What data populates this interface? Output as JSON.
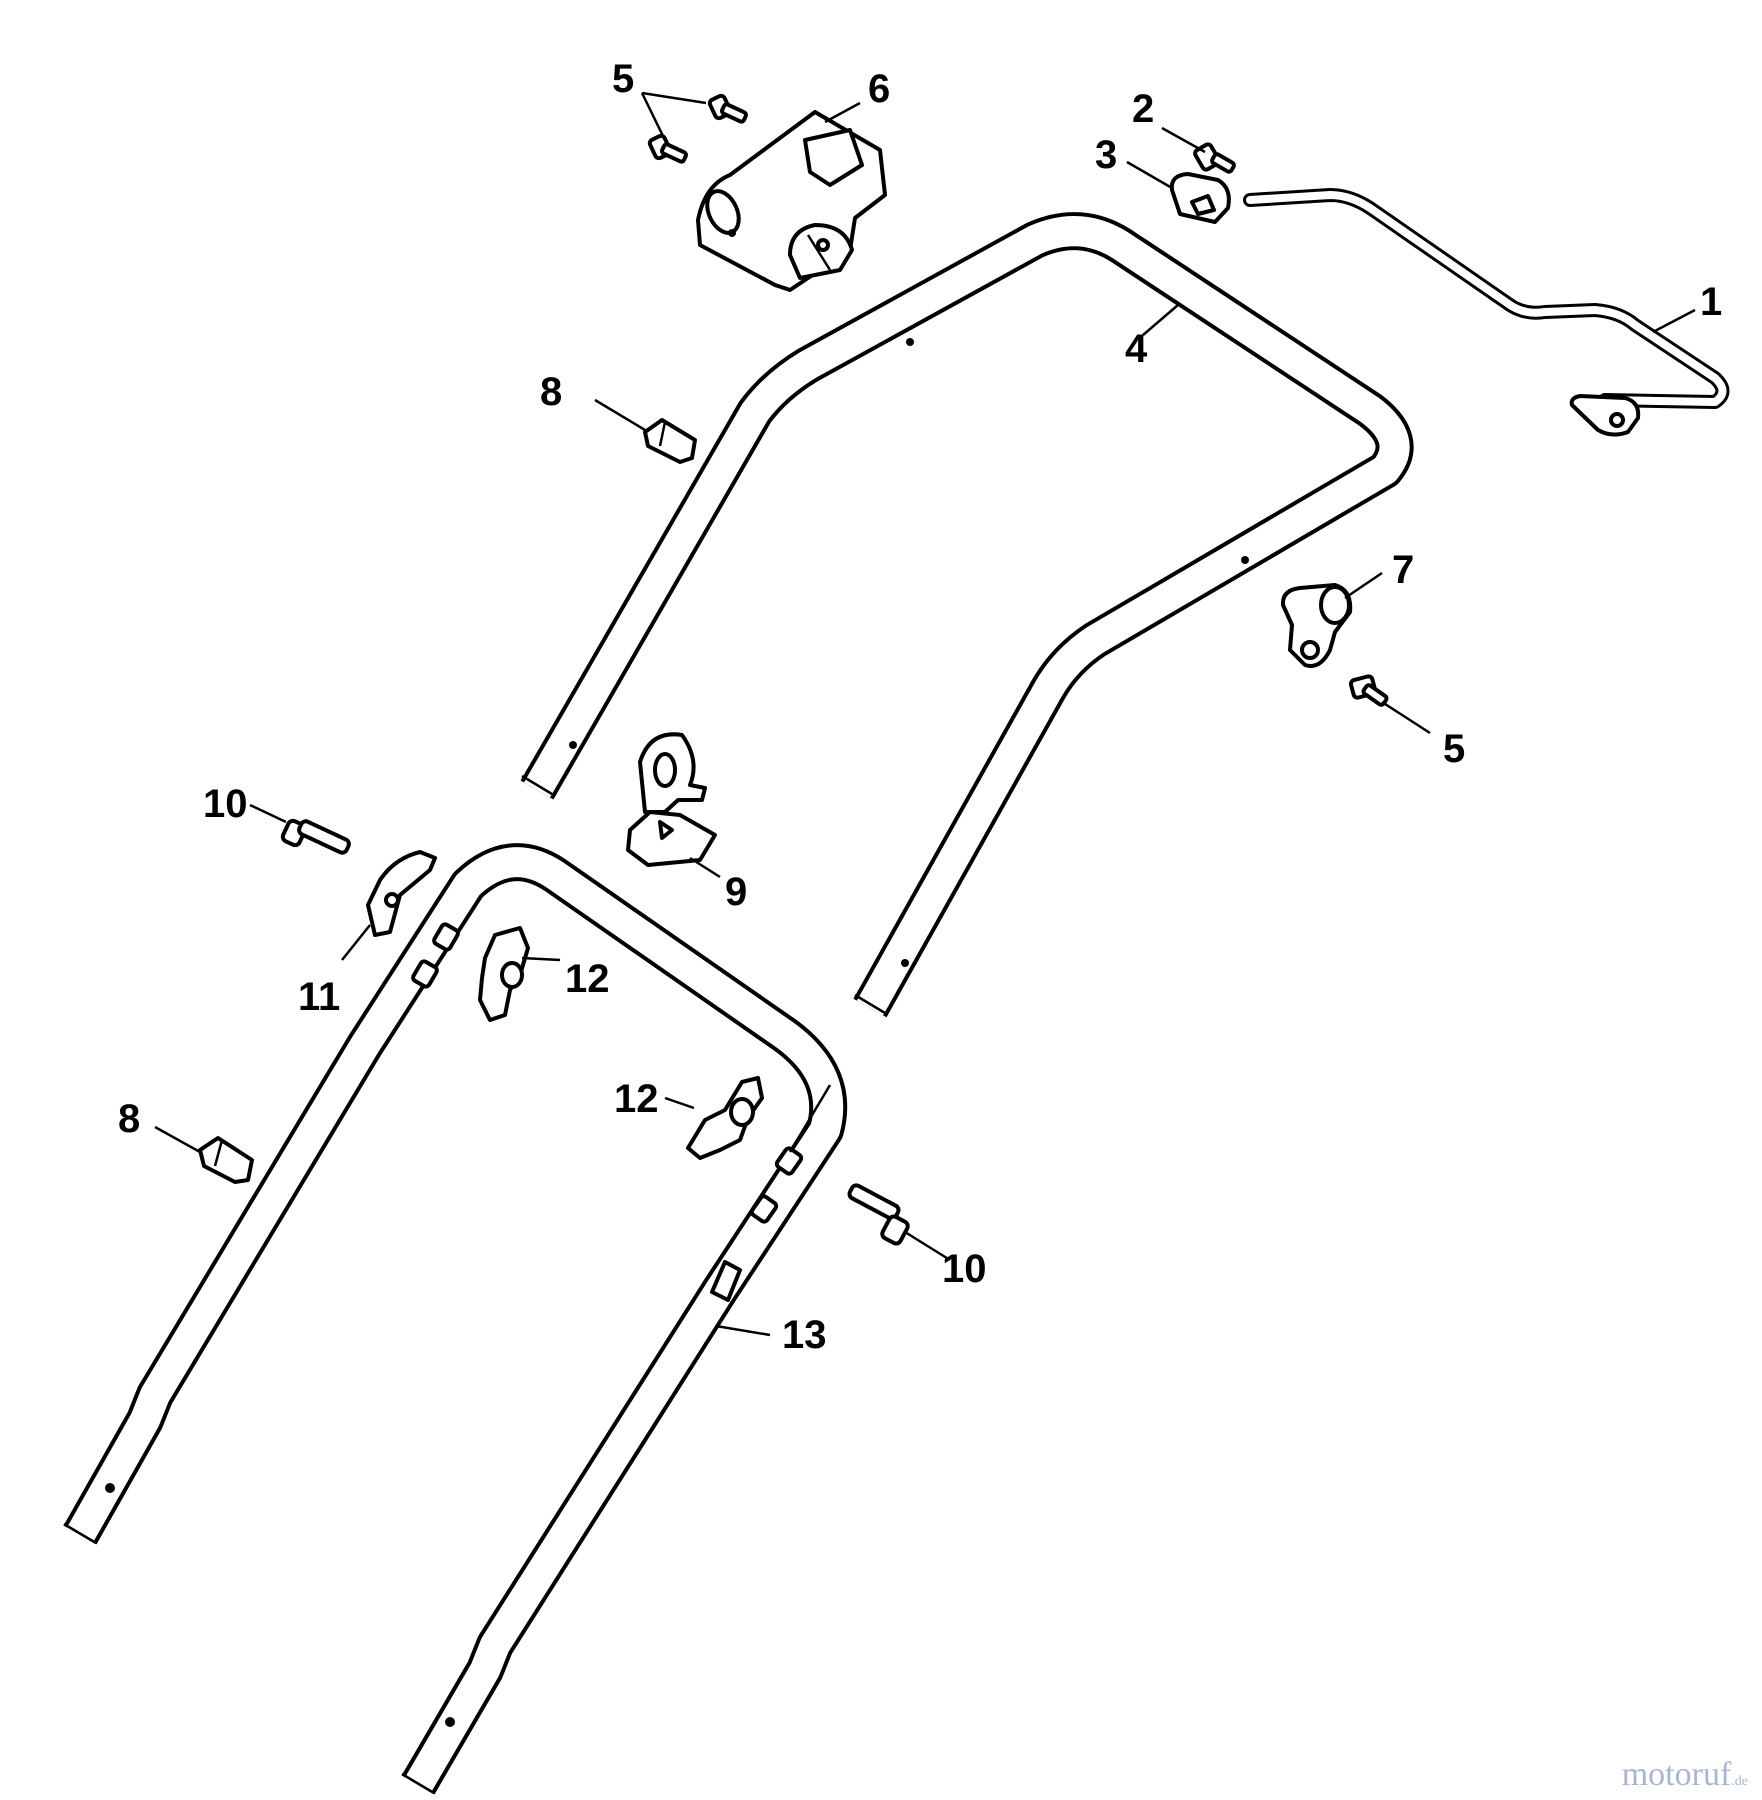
{
  "callouts": {
    "c1": "1",
    "c2": "2",
    "c3": "3",
    "c4": "4",
    "c5a": "5",
    "c5b": "5",
    "c6": "6",
    "c7": "7",
    "c8a": "8",
    "c8b": "8",
    "c9": "9",
    "c10a": "10",
    "c10b": "10",
    "c11": "11",
    "c12a": "12",
    "c12b": "12",
    "c13": "13"
  },
  "watermark": {
    "name": "motoruf",
    "tld": ".de"
  }
}
